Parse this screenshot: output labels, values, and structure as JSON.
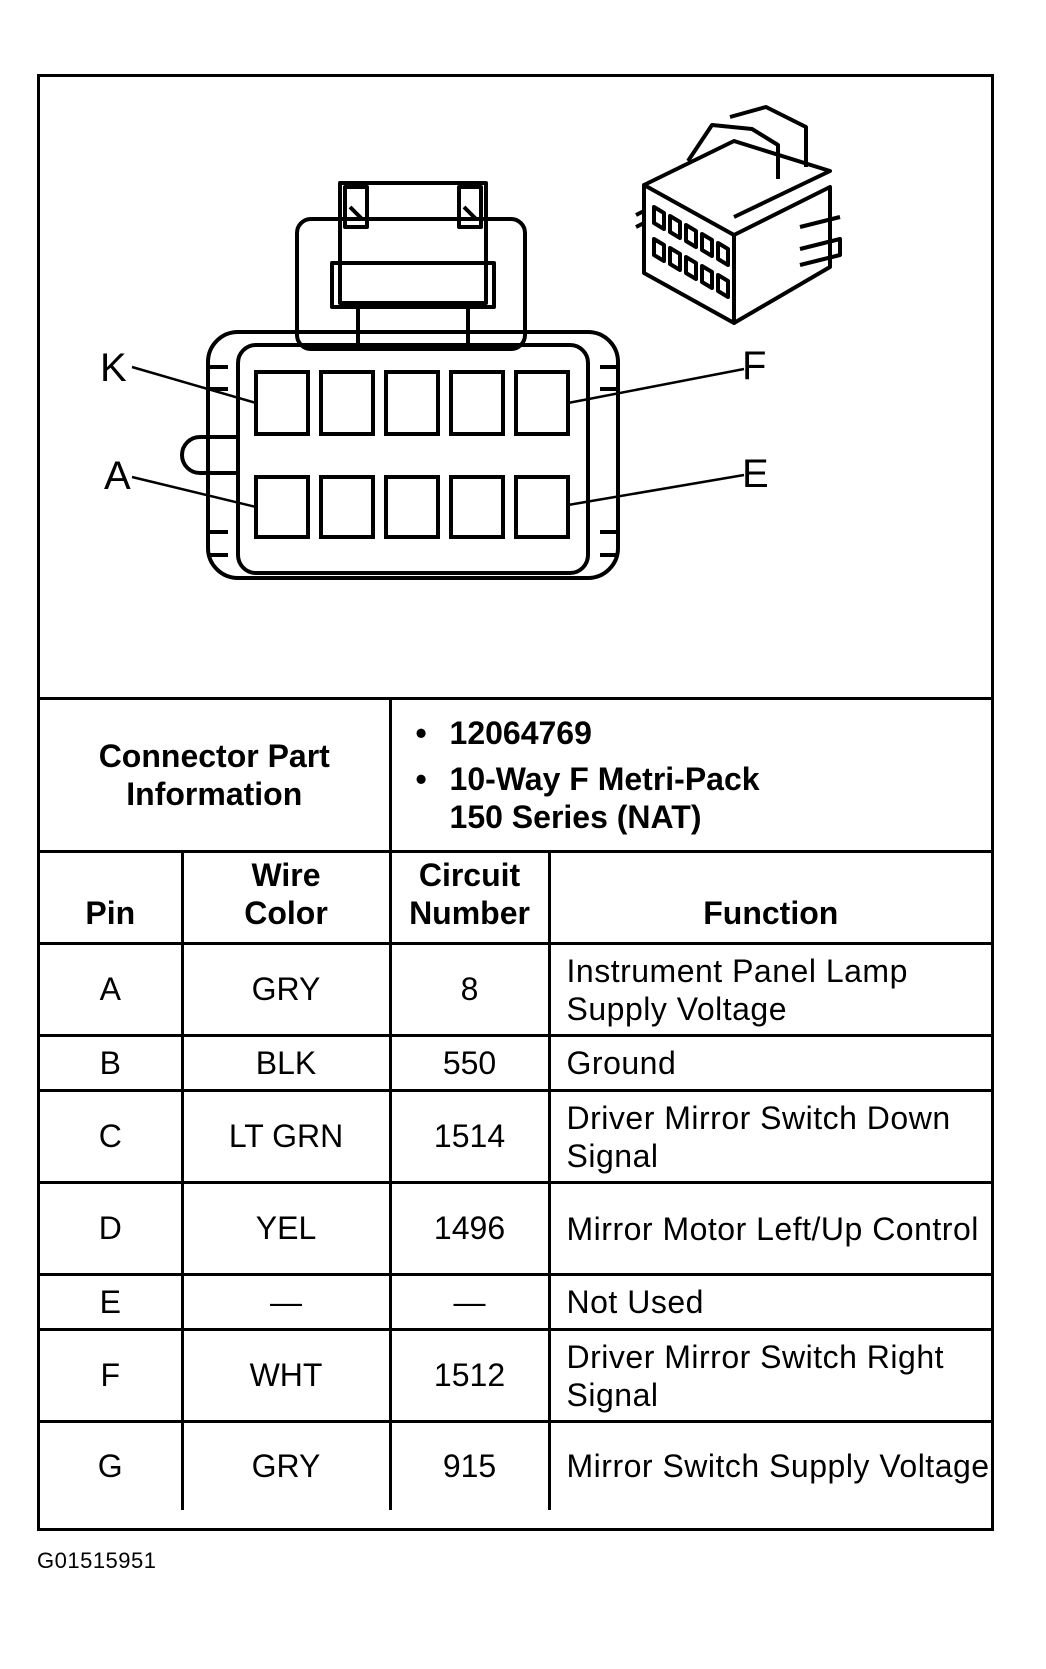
{
  "diagram": {
    "labels": {
      "K": "K",
      "F": "F",
      "A": "A",
      "E": "E"
    }
  },
  "connector_info": {
    "label": "Connector Part Information",
    "items": [
      "12064769",
      "10-Way F Metri-Pack 150 Series (NAT)"
    ]
  },
  "table": {
    "headers": {
      "pin": "Pin",
      "wire_color": "Wire Color",
      "circuit": "Circuit Number",
      "function": "Function"
    },
    "rows": [
      {
        "pin": "A",
        "color": "GRY",
        "circuit": "8",
        "function": "Instrument Panel Lamp Supply Voltage"
      },
      {
        "pin": "B",
        "color": "BLK",
        "circuit": "550",
        "function": "Ground"
      },
      {
        "pin": "C",
        "color": "LT GRN",
        "circuit": "1514",
        "function": "Driver Mirror Switch Down Signal"
      },
      {
        "pin": "D",
        "color": "YEL",
        "circuit": "1496",
        "function": "Mirror Motor Left/Up Control"
      },
      {
        "pin": "E",
        "color": "—",
        "circuit": "—",
        "function": "Not Used"
      },
      {
        "pin": "F",
        "color": "WHT",
        "circuit": "1512",
        "function": "Driver Mirror Switch Right Signal"
      },
      {
        "pin": "G",
        "color": "GRY",
        "circuit": "915",
        "function": "Mirror Switch Supply Voltage"
      }
    ]
  },
  "caption": "G01515951"
}
